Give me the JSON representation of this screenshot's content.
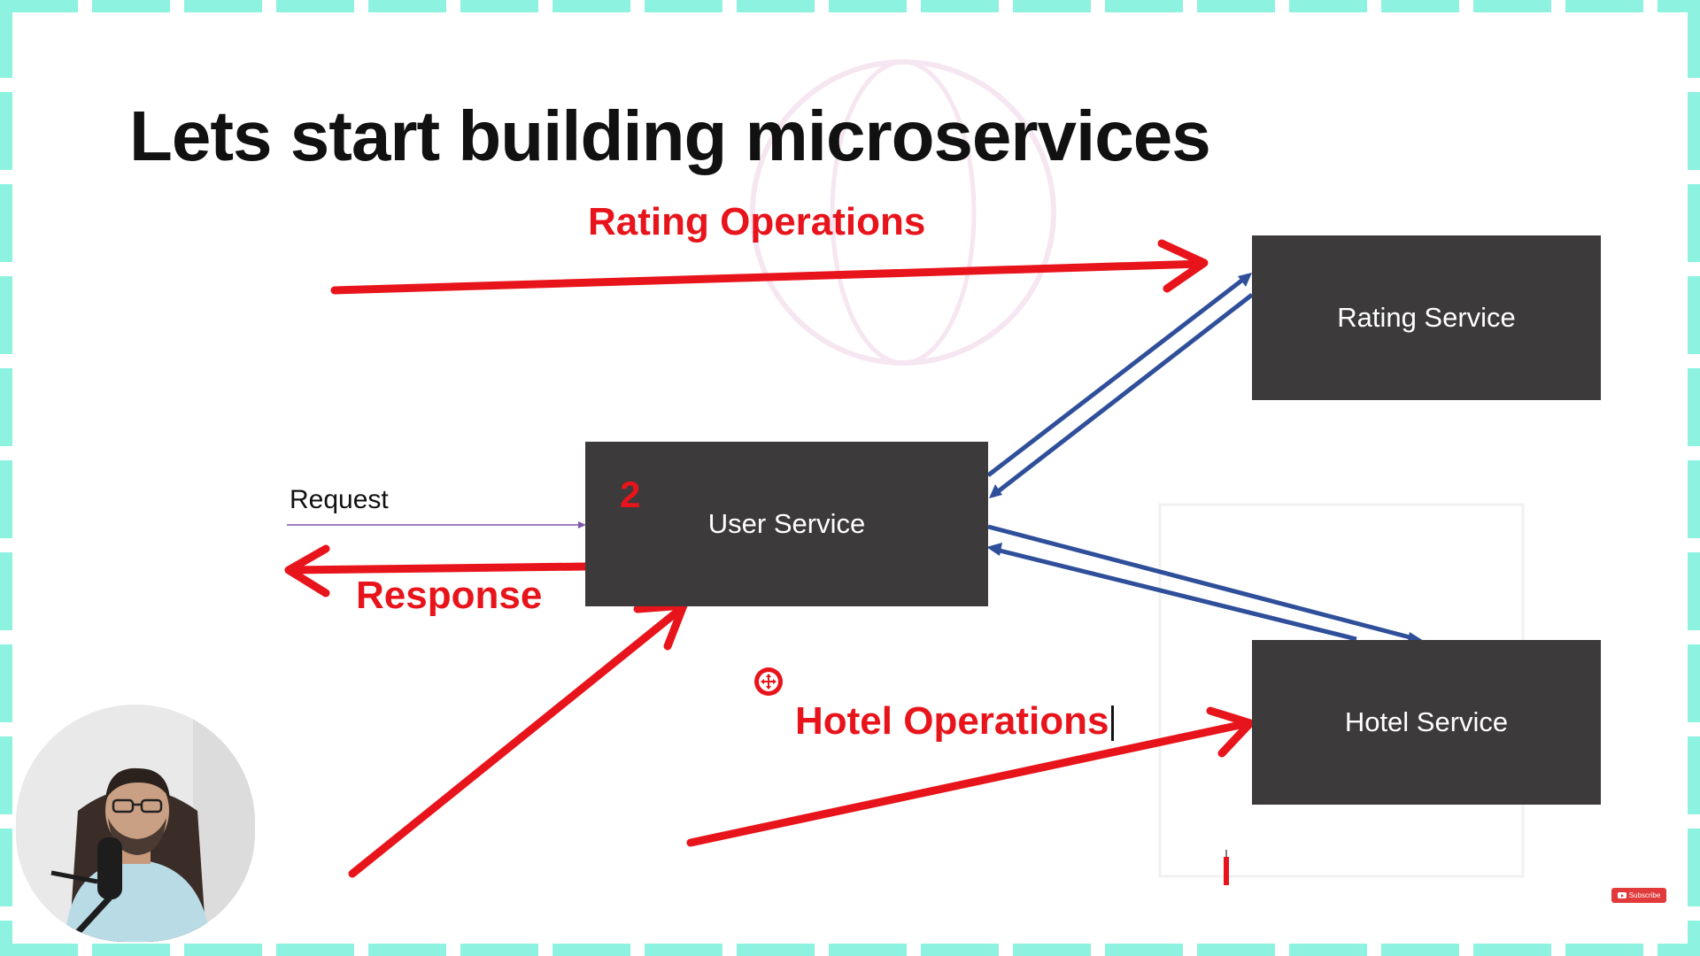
{
  "slide": {
    "title": "Lets start building microservices"
  },
  "services": {
    "rating": "Rating Service",
    "user": "User Service",
    "hotel": "Hotel Service"
  },
  "annotations": {
    "rating_operations": "Rating Operations",
    "response": "Response",
    "hotel_operations": "Hotel Operations",
    "step_number": "2"
  },
  "request": {
    "label": "Request"
  },
  "colors": {
    "frame_border": "#8ef2e0",
    "service_box": "#3c3a3a",
    "annotation_red": "#e8141b",
    "connector_blue": "#2f4f9a",
    "request_line": "#7a57a8"
  },
  "icons": {
    "move_handle": "move-handle-icon",
    "subscribe": "youtube-play-icon"
  }
}
